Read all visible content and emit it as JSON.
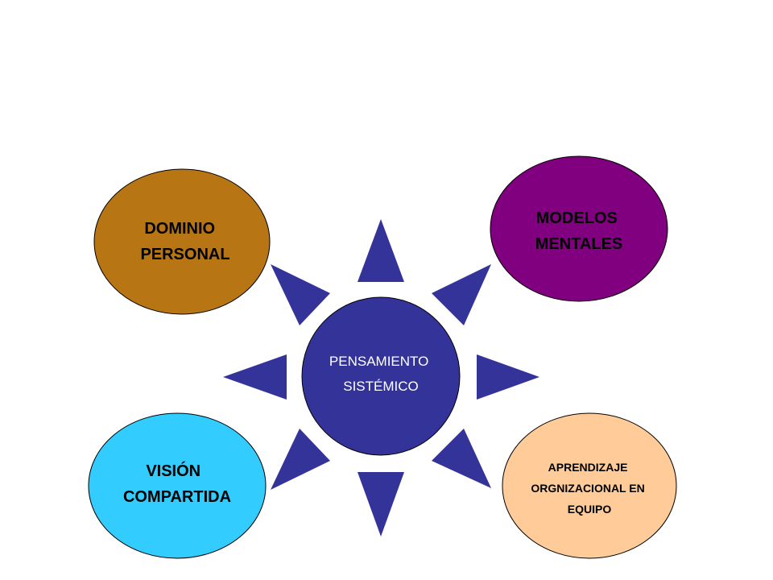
{
  "diagram": {
    "center": {
      "lines": [
        "PENSAMIENTO",
        "SISTÉMICO"
      ],
      "fill": "#333399"
    },
    "nodes": [
      {
        "id": "dominio-personal",
        "lines": [
          "DOMINIO",
          "PERSONAL"
        ],
        "fill": "#B87514"
      },
      {
        "id": "modelos-mentales",
        "lines": [
          "MODELOS",
          "MENTALES"
        ],
        "fill": "#800080"
      },
      {
        "id": "vision-compartida",
        "lines": [
          "VISIÓN",
          "COMPARTIDA"
        ],
        "fill": "#33CCFF"
      },
      {
        "id": "aprendizaje-equipo",
        "lines": [
          "APRENDIZAJE",
          "ORGNIZACIONAL EN",
          "EQUIPO"
        ],
        "fill": "#FFCC99"
      }
    ],
    "ray_color": "#333399",
    "outline_color": "#000000"
  }
}
